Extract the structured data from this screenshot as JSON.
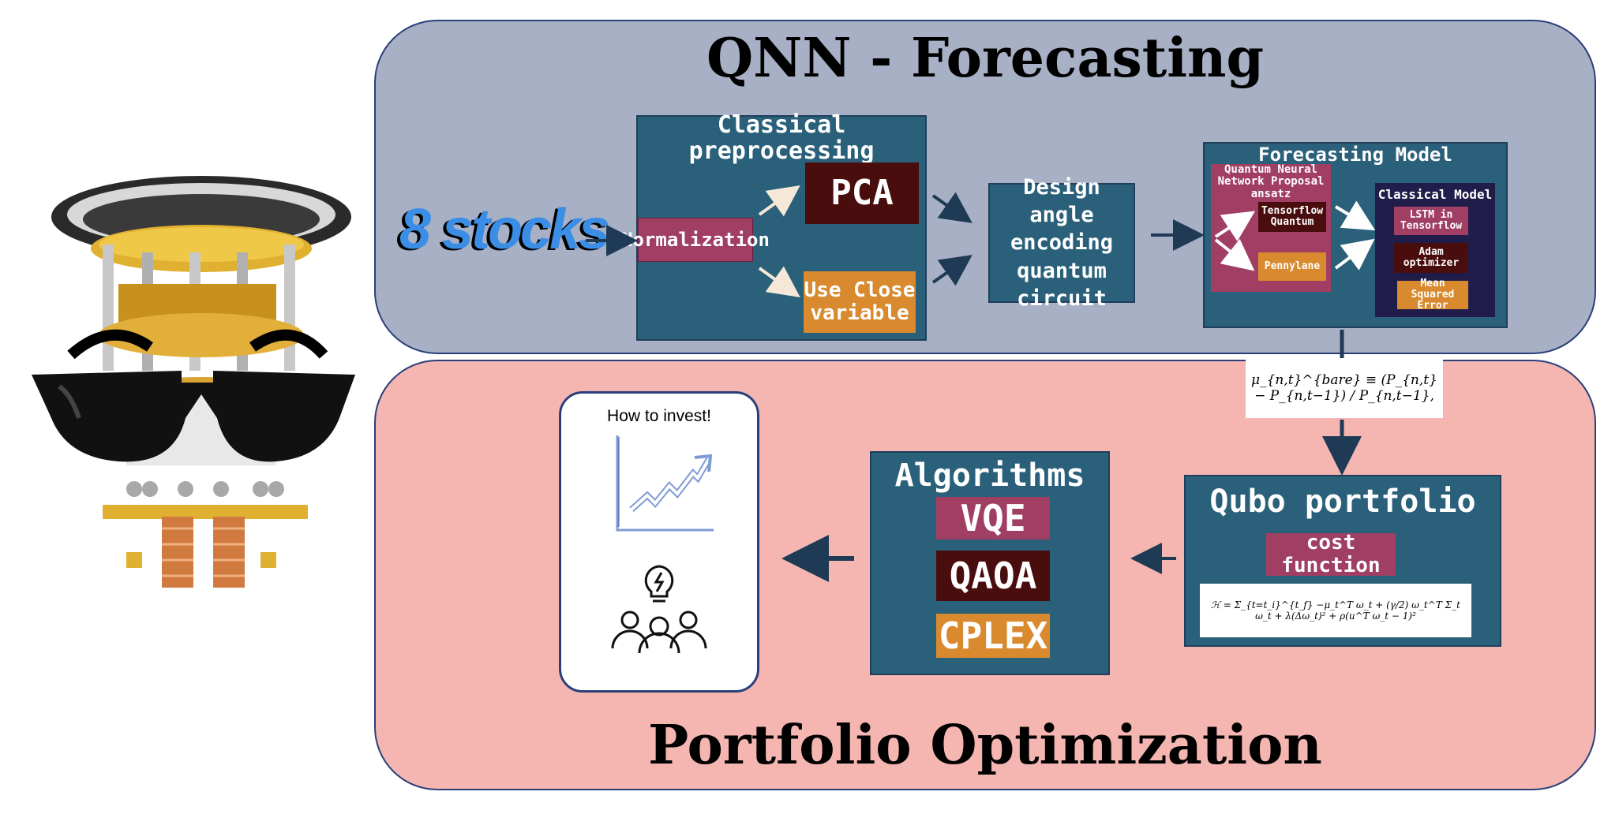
{
  "forecasting": {
    "title": "QNN - Forecasting",
    "input_label": "8 stocks",
    "preprocessing": {
      "title": "Classical preprocessing",
      "normalization": "Normalization",
      "pca": "PCA",
      "use_close": "Use Close variable"
    },
    "design": "Design angle encoding quantum circuit",
    "model": {
      "title": "Forecasting Model",
      "qnn_title": "Quantum Neural Network Proposal ansatz",
      "tfq": "Tensorflow Quantum",
      "pennylane": "Pennylane",
      "classical_title": "Classical Model",
      "lstm": "LSTM in Tensorflow",
      "adam": "Adam optimizer",
      "mse": "Mean Squared Error"
    },
    "return_formula": "μ_{n,t}^{bare} ≡ (P_{n,t} − P_{n,t−1}) / P_{n,t−1},"
  },
  "optimization": {
    "title": "Portfolio Optimization",
    "qubo": {
      "title": "Qubo portfolio",
      "cost": "cost function",
      "hamiltonian": "ℋ = Σ_{t=t_i}^{t_f} −μ_t^T ω_t + (γ/2) ω_t^T Σ_t ω_t + λ(Δω_t)² + ρ(u^T ω_t − 1)²"
    },
    "algorithms": {
      "title": "Algorithms",
      "vqe": "VQE",
      "qaoa": "QAOA",
      "cplex": "CPLEX"
    },
    "invest": {
      "title": "How to invest!"
    }
  },
  "colors": {
    "forecast_panel": "#a8b0c6",
    "optimization_panel": "#f5b6b1",
    "block": "#2a607a",
    "magenta": "#a03e63",
    "dark_red": "#4a0d0d",
    "orange": "#d98a2e",
    "navy": "#211d4a",
    "arrow": "#1f3a55",
    "stocks_blue": "#3a8ee6"
  },
  "icons": [
    "quantum-computer-chandelier-icon",
    "sunglasses-icon",
    "growth-chart-icon",
    "team-idea-icon"
  ]
}
